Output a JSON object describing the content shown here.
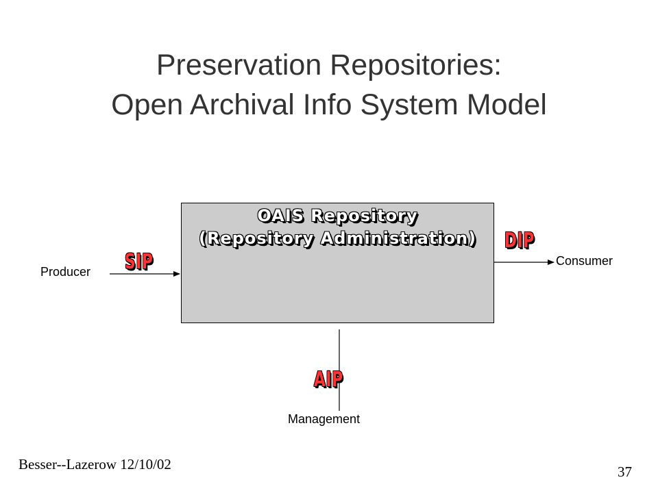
{
  "slide": {
    "title_line1": "Preservation Repositories:",
    "title_line2": "Open Archival Info System Model"
  },
  "diagram": {
    "repository": {
      "label_line1": "OAIS Repository",
      "label_line2": "(Repository Administration)",
      "fill_color": "#cccccc"
    },
    "nodes": {
      "producer": "Producer",
      "consumer": "Consumer",
      "management": "Management"
    },
    "flows": {
      "sip": "SIP",
      "dip": "DIP",
      "aip": "AIP",
      "label_color": "#ff3333"
    }
  },
  "footer": {
    "author_date": "Besser--Lazerow  12/10/02",
    "page_number": "37"
  }
}
